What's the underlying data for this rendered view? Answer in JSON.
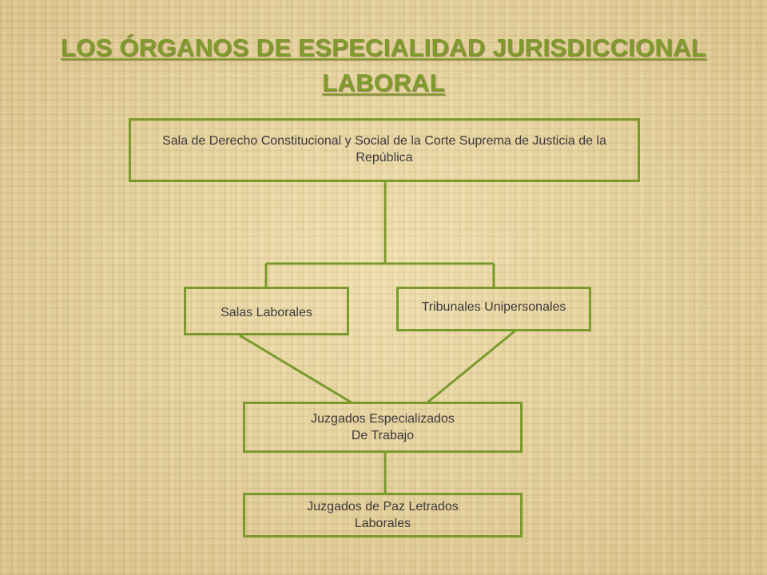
{
  "title": {
    "line1": "LOS ÓRGANOS DE ESPECIALIDAD JURISDICCIONAL",
    "line2": "LABORAL"
  },
  "colors": {
    "accent": "#7a9a2c",
    "title": "#7e9b2c",
    "text": "#3b3b3b",
    "background": "#e9d6a3"
  },
  "nodes": {
    "supreme": {
      "line1": "Sala de Derecho Constitucional y Social de la Corte Suprema de Justicia de la",
      "line2": "República"
    },
    "salas": {
      "label": "Salas Laborales"
    },
    "tribunales": {
      "label": "Tribunales Unipersonales"
    },
    "especializados": {
      "line1": "Juzgados Especializados",
      "line2": "De Trabajo"
    },
    "paz": {
      "line1": "Juzgados de Paz Letrados",
      "line2": "Laborales"
    }
  }
}
